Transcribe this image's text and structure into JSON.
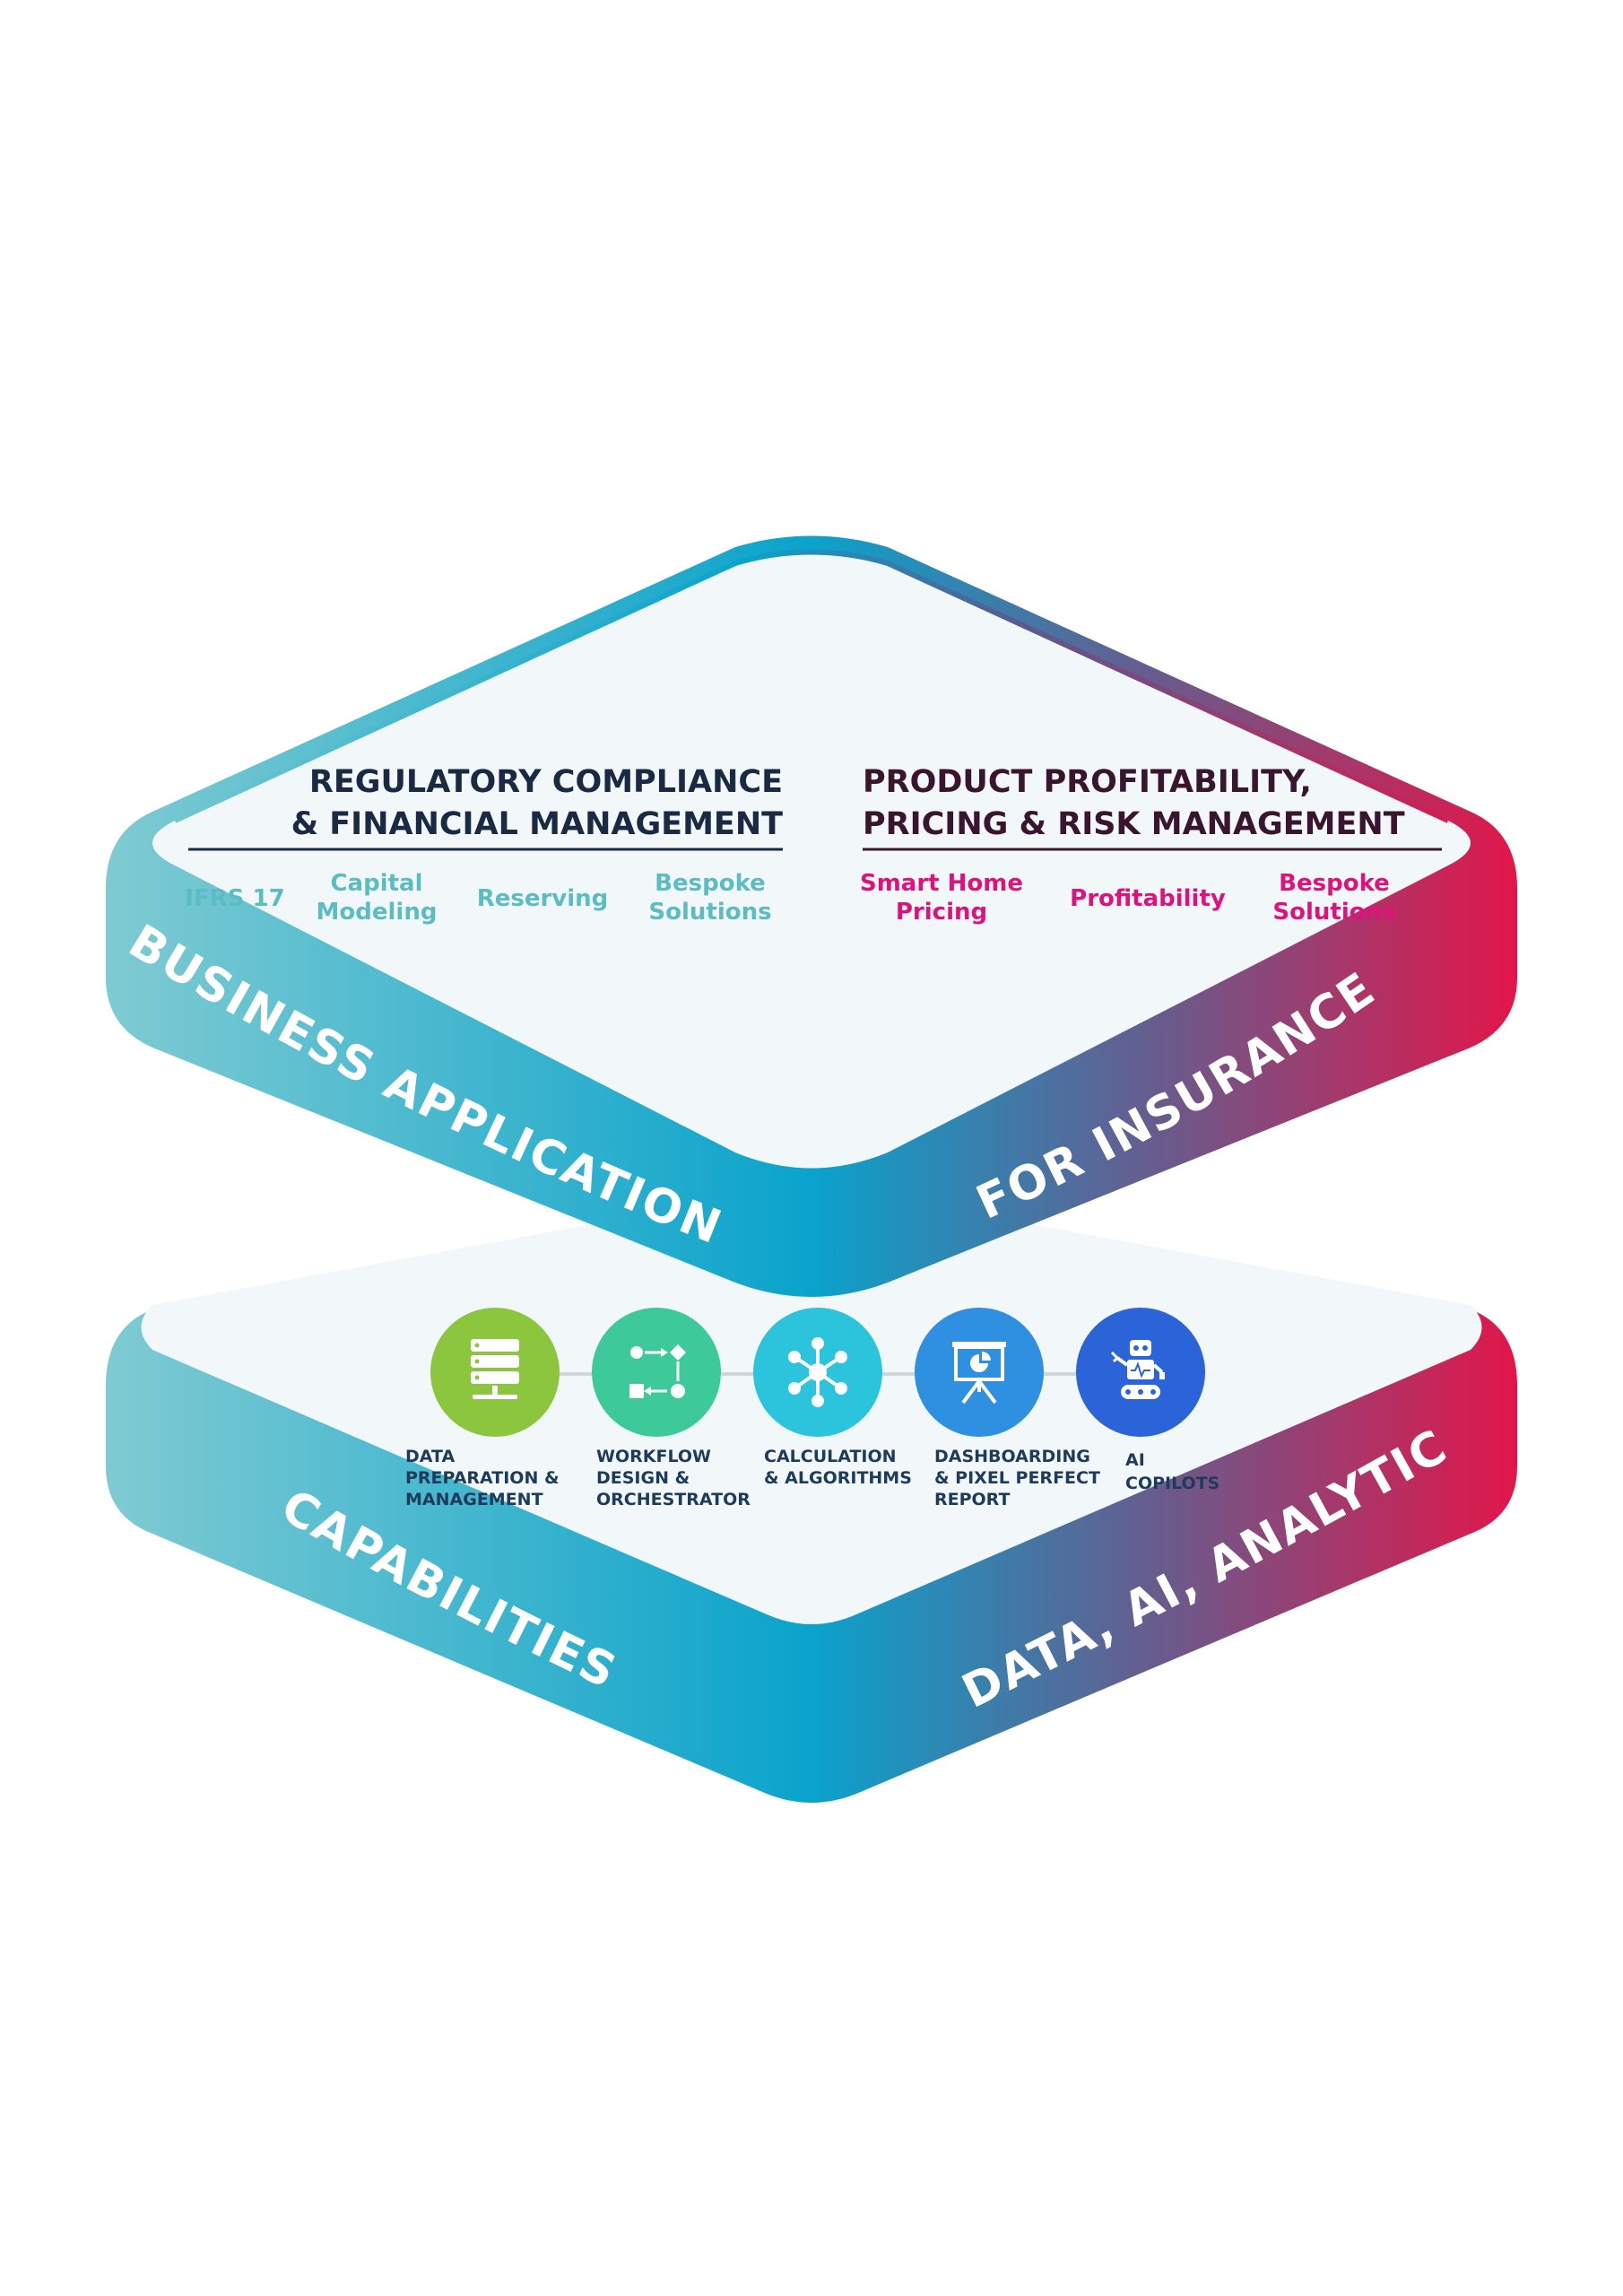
{
  "colors": {
    "teal": "#16a8c7",
    "teal_light": "#7fcbd2",
    "navy": "#1b2a44",
    "plum": "#3a1530",
    "magenta": "#e0117f",
    "crimson": "#e0194a",
    "surface": "#f2f8f9",
    "item_teal": "#5cbcc4",
    "cap_text": "#1f3b5c"
  },
  "top_platform": {
    "band_left": "BUSINESS APPLICATIONS",
    "band_right": "FOR INSURANCE",
    "left_group": {
      "heading_line1": "REGULATORY COMPLIANCE",
      "heading_line2": "& FINANCIAL MANAGEMENT",
      "items": [
        {
          "line1": "IFRS 17",
          "line2": ""
        },
        {
          "line1": "Capital",
          "line2": "Modeling"
        },
        {
          "line1": "Reserving",
          "line2": ""
        },
        {
          "line1": "Bespoke",
          "line2": "Solutions"
        }
      ]
    },
    "right_group": {
      "heading_line1": "PRODUCT PROFITABILITY,",
      "heading_line2": "PRICING & RISK MANAGEMENT",
      "items": [
        {
          "line1": "Smart Home",
          "line2": "Pricing"
        },
        {
          "line1": "Profitability",
          "line2": ""
        },
        {
          "line1": "Bespoke",
          "line2": "Solutions"
        }
      ]
    }
  },
  "bottom_platform": {
    "band_left": "CAPABILITIES",
    "band_right": "DATA, AI, ANALYTICS",
    "capabilities": [
      {
        "icon": "server-stack-icon",
        "color": "#8cc63f",
        "lines": [
          "DATA",
          "PREPARATION &",
          "MANAGEMENT"
        ]
      },
      {
        "icon": "workflow-icon",
        "color": "#3ec99a",
        "lines": [
          "WORKFLOW",
          "DESIGN &",
          "ORCHESTRATOR"
        ]
      },
      {
        "icon": "network-hub-icon",
        "color": "#2cc3dc",
        "lines": [
          "CALCULATION",
          "& ALGORITHMS"
        ]
      },
      {
        "icon": "presentation-chart-icon",
        "color": "#2f8fe0",
        "lines": [
          "DASHBOARDING",
          "& PIXEL PERFECT",
          "REPORT"
        ]
      },
      {
        "icon": "robot-icon",
        "color": "#2b64d8",
        "lines": [
          "AI",
          "COPILOTS"
        ]
      }
    ]
  }
}
